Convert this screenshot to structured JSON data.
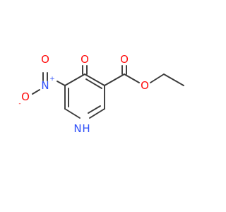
{
  "molecule": {
    "atoms": {
      "o_keto": "O",
      "o_ester_carbonyl": "O",
      "o_ester_ether": "O",
      "n_nitro": "N",
      "n_nitro_charge": "+",
      "o_nitro_top": "O",
      "o_nitro_left": "O",
      "o_nitro_left_charge": "-",
      "n_ring": "N",
      "h_ring": "H"
    },
    "colors": {
      "oxygen": "#ff0d0d",
      "nitrogen": "#3050f8",
      "bond": "#3a3a3a"
    }
  }
}
